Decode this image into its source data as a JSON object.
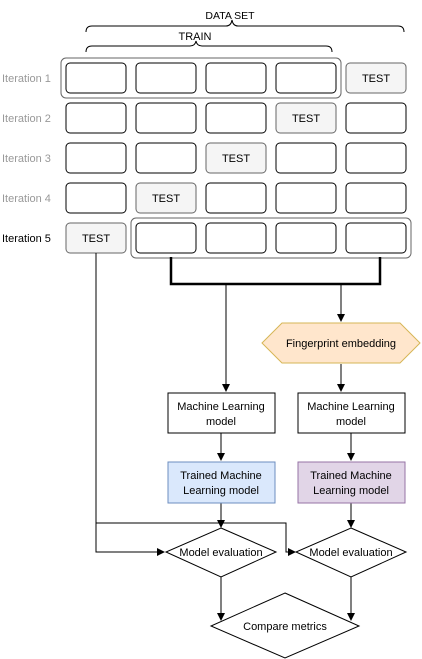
{
  "labels": {
    "data_set": "DATA SET",
    "train": "TRAIN",
    "test": "TEST",
    "iterations": [
      "Iteration 1",
      "Iteration 2",
      "Iteration 3",
      "Iteration 4",
      "Iteration 5"
    ]
  },
  "iterations": [
    {
      "test_index": 4,
      "highlight": "group",
      "highlight_span": [
        0,
        3
      ]
    },
    {
      "test_index": 3
    },
    {
      "test_index": 2
    },
    {
      "test_index": 1
    },
    {
      "test_index": 0,
      "highlight": "group",
      "highlight_span": [
        1,
        4
      ]
    }
  ],
  "nodes": {
    "fingerprint": "Fingerprint embedding",
    "ml_model_left_1": "Machine Learning",
    "ml_model_left_2": "model",
    "ml_model_right_1": "Machine Learning",
    "ml_model_right_2": "model",
    "trained_left_1": "Trained Machine",
    "trained_left_2": "Learning model",
    "trained_right_1": "Trained Machine",
    "trained_right_2": "Learning model",
    "eval_left": "Model evaluation",
    "eval_right": "Model evaluation",
    "compare": "Compare metrics"
  },
  "colors": {
    "test_fill": "#f5f5f5",
    "iteration_label": "#999999",
    "iteration_active": "#000000",
    "fingerprint_fill": "#ffe6cc",
    "fingerprint_stroke": "#d6b656",
    "trained_left_fill": "#dae8fc",
    "trained_left_stroke": "#6c8ebf",
    "trained_right_fill": "#e1d5e7",
    "trained_right_stroke": "#9673a6"
  }
}
